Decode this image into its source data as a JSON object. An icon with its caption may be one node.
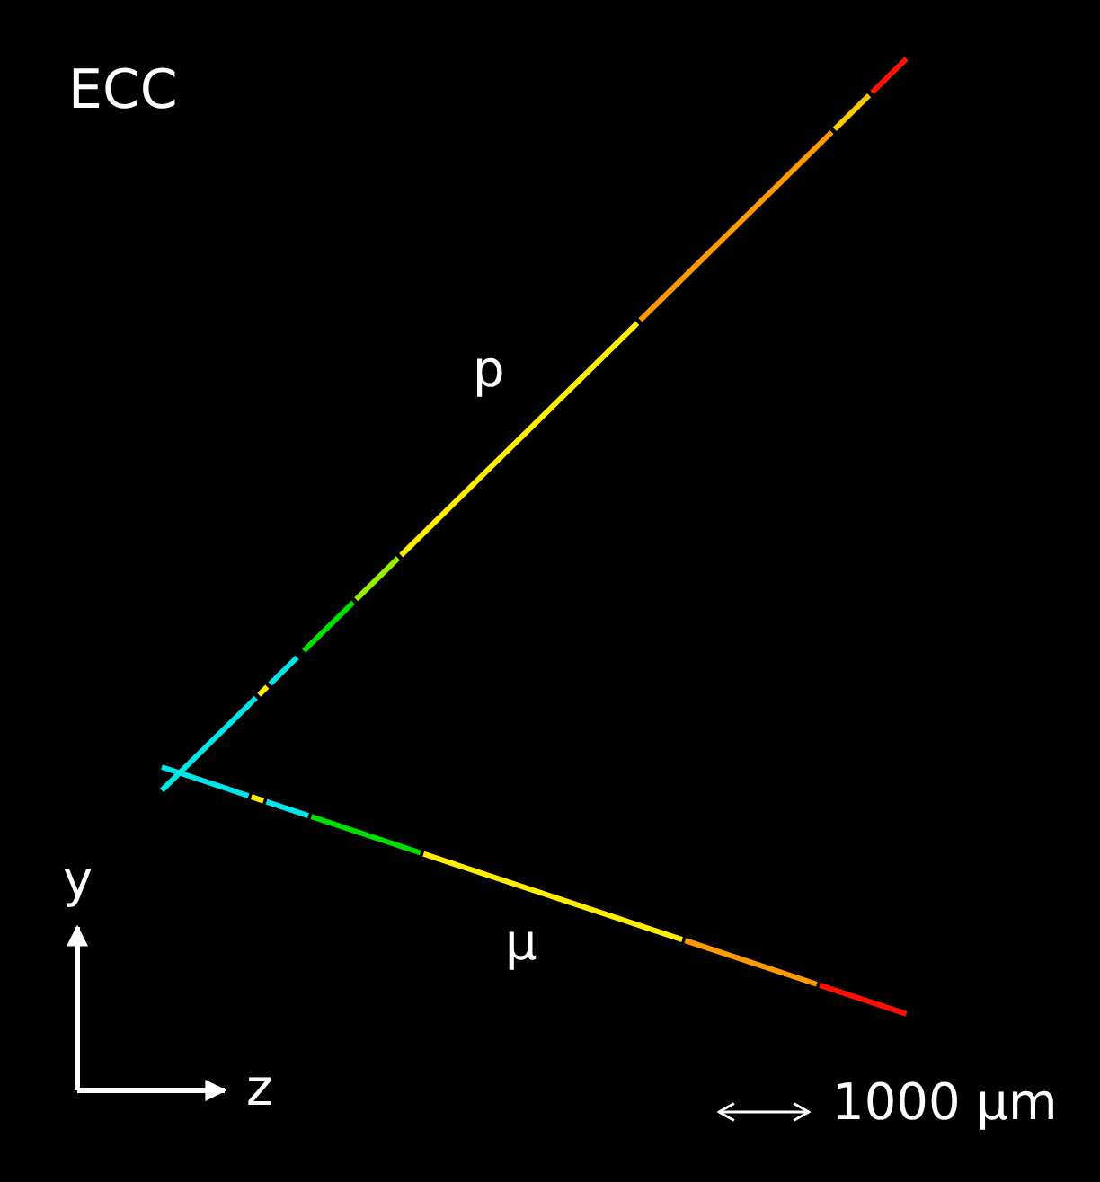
{
  "diagram": {
    "labels": [
      "ECC",
      "p",
      "μ",
      "y",
      "z",
      "1000 μm"
    ]
  }
}
